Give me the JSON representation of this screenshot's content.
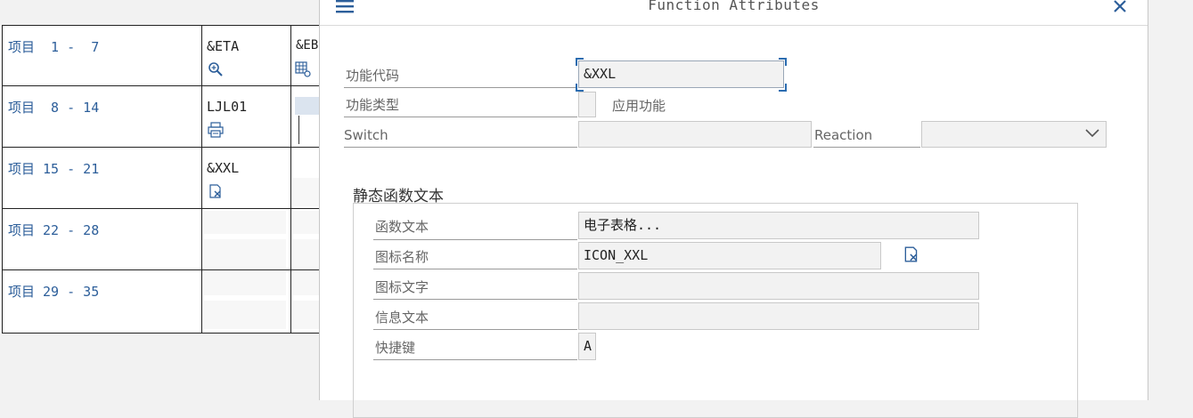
{
  "background_table": {
    "rows": [
      {
        "range": "项目  1 -  7",
        "code": "&ETA",
        "icon": "magnifier-icon",
        "code3": "&EB",
        "icon3": "grid-settings-icon"
      },
      {
        "range": "项目  8 - 14",
        "code": "LJL01",
        "icon": "printer-icon",
        "code3": "",
        "icon3": ""
      },
      {
        "range": "项目 15 - 21",
        "code": "&XXL",
        "icon": "spreadsheet-icon",
        "code3": "",
        "icon3": ""
      },
      {
        "range": "项目 22 - 28",
        "code": "",
        "icon": "",
        "code3": "",
        "icon3": ""
      },
      {
        "range": "项目 29 - 35",
        "code": "",
        "icon": "",
        "code3": "",
        "icon3": ""
      }
    ]
  },
  "dialog": {
    "title": "Function Attributes",
    "menu_icon": "hamburger-menu-icon",
    "close_icon": "close-icon",
    "fields": {
      "function_code_label": "功能代码",
      "function_code_value": "&XXL",
      "function_type_label": "功能类型",
      "function_type_value": "",
      "function_type_desc": "应用功能",
      "switch_label": "Switch",
      "switch_value": "",
      "reaction_label": "Reaction",
      "reaction_value": ""
    },
    "static_text_group": {
      "title": "静态函数文本",
      "function_text_label": "函数文本",
      "function_text_value": "电子表格...",
      "icon_name_label": "图标名称",
      "icon_name_value": "ICON_XXL",
      "icon_preview": "spreadsheet-icon",
      "icon_text_label": "图标文字",
      "icon_text_value": "",
      "info_text_label": "信息文本",
      "info_text_value": "",
      "shortcut_label": "快捷键",
      "shortcut_value": "A"
    }
  },
  "colors": {
    "range_text": "#2c5e9a",
    "focus_corner": "#2b6cb0",
    "field_bg": "#f2f2f2"
  }
}
